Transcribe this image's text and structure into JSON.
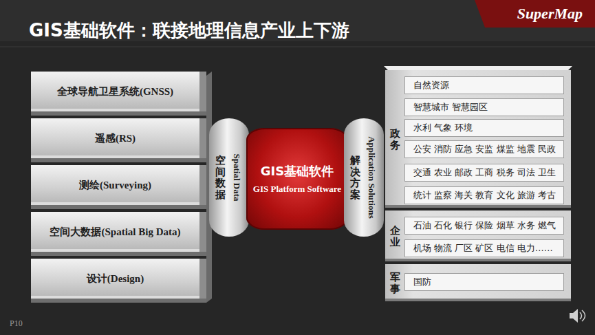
{
  "diagram": {
    "title": "GIS基础软件：联接地理信息产业上下游",
    "nodes": [
      {
        "text": [
          "全球导航卫星系统(GNSS)"
        ]
      },
      {
        "text": [
          "遥感(RS)"
        ]
      },
      {
        "text": [
          "测绘(Surveying)"
        ]
      },
      {
        "text": [
          "空间大数据(Spatial Big Data)"
        ]
      },
      {
        "text": [
          "设计(Design)"
        ]
      },
      {
        "text": [
          "空间数据",
          "Spatial Data"
        ]
      },
      {
        "text": [
          "GIS基础软件",
          "GIS Platform Software"
        ]
      },
      {
        "text": [
          "解决方案",
          "Application Solutions"
        ]
      },
      {
        "text": [
          "政务"
        ]
      },
      {
        "text": [
          "自然资源"
        ],
        "in": 8
      },
      {
        "text": [
          "智慧城市 智慧园区"
        ],
        "in": 8
      },
      {
        "text": [
          "水利 气象 环境"
        ],
        "in": 8
      },
      {
        "text": [
          "公安 消防 应急 安监 煤监 地震 民政"
        ],
        "in": 8
      },
      {
        "text": [
          "交通 农业 邮政 工商 税务 司法 卫生"
        ],
        "in": 8
      },
      {
        "text": [
          "统计 监察 海关 教育 文化 旅游 考古"
        ],
        "in": 8
      },
      {
        "text": [
          "企业"
        ]
      },
      {
        "text": [
          "石油 石化 银行 保险 烟草 水务 燃气"
        ],
        "in": 15
      },
      {
        "text": [
          "机场 物流 厂区 矿区 电信 电力……"
        ],
        "in": 15
      },
      {
        "text": [
          "军事"
        ]
      },
      {
        "text": [
          "国防"
        ],
        "in": 18
      }
    ],
    "labels": [
      "SuperMap",
      "P10"
    ]
  }
}
